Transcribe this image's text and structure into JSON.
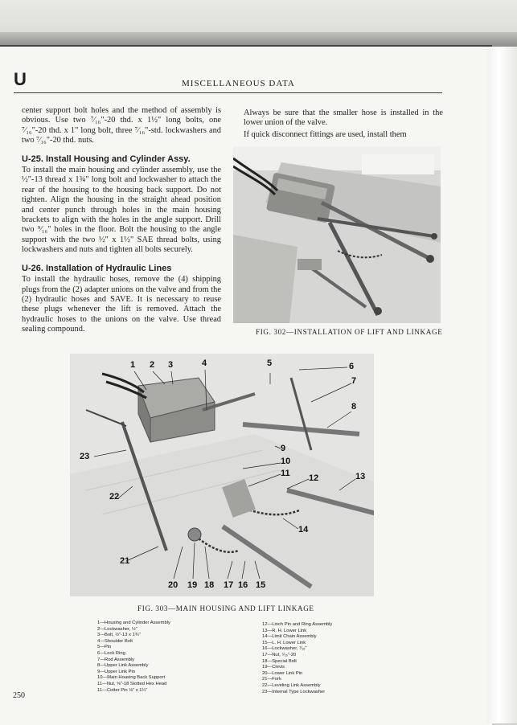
{
  "header": {
    "section_letter": "U",
    "running_head": "MISCELLANEOUS DATA"
  },
  "left_column": {
    "intro_text": "center support bolt holes and the method of assembly is obvious. Use two ⁷⁄₁₆\"-20 thd. x 1½\" long bolts, one ⁷⁄₁₆\"-20 thd. x 1\" long bolt, three ⁷⁄₁₆\"-std. lockwashers and two ⁷⁄₁₆\"-20 thd. nuts.",
    "section_u25": {
      "heading": "U-25. Install Housing and Cylinder Assy.",
      "body": "To install the main housing and cylinder assembly, use the ½\"-13 thread x 1¾\" long bolt and lockwasher to attach the rear of the housing to the housing back support. Do not tighten. Align the housing in the straight ahead position and center punch through holes in the main housing brackets to align with the holes in the angle support. Drill two ⁹⁄₁₆\" holes in the floor. Bolt the housing to the angle support with the two ½\" x 1½\" SAE thread bolts, using lockwashers and nuts and tighten all bolts securely."
    },
    "section_u26": {
      "heading": "U-26. Installation of Hydraulic Lines",
      "body": "To install the hydraulic hoses, remove the (4) shipping plugs from the (2) adapter unions on the valve and from the (2) hydraulic hoses and SAVE. It is necessary to reuse these plugs whenever the lift is removed. Attach the hydraulic hoses to the unions on the valve. Use thread sealing compound."
    }
  },
  "right_column": {
    "para1": "Always be sure that the smaller hose is installed in the lower union of the valve.",
    "para2": "If quick disconnect fittings are used, install them"
  },
  "figure_302": {
    "caption": "FIG. 302—INSTALLATION OF LIFT AND LINKAGE"
  },
  "figure_303": {
    "caption": "FIG. 303—MAIN HOUSING AND LIFT LINKAGE",
    "callouts": [
      "1",
      "2",
      "3",
      "4",
      "5",
      "6",
      "7",
      "8",
      "9",
      "10",
      "11",
      "12",
      "13",
      "14",
      "15",
      "16",
      "17",
      "18",
      "19",
      "20",
      "21",
      "22",
      "23"
    ]
  },
  "legend": {
    "left": [
      "1—Housing and Cylinder Assembly",
      "2—Lockwasher, ½\"",
      "3—Bolt, ½\"-13 x 1¾\"",
      "4—Shoulder Bolt",
      "5—Pin",
      "6—Lock Ring",
      "7—Rod Assembly",
      "8—Upper Link Assembly",
      "9—Upper Link Pin",
      "10—Main Housing Back Support",
      "11—Nut, ⅝\"-18 Slotted Hex Head",
      "11—Cotter Pin ⅛\" x 1¼\""
    ],
    "right": [
      "12—Linch Pin and Ring Assembly",
      "13—R. H. Lower Link",
      "14—Limit Chain Assembly",
      "15—L. H. Lower Link",
      "16—Lockwasher, ⁷⁄₁₆\"",
      "17—Nut, ⁷⁄₁₆\"-20",
      "18—Special Bolt",
      "19—Clevis",
      "20—Lower Link Pin",
      "21—Fork",
      "22—Leveling Link Assembly",
      "23—Internal Type Lockwasher"
    ]
  },
  "footer": {
    "page_number": "250"
  }
}
